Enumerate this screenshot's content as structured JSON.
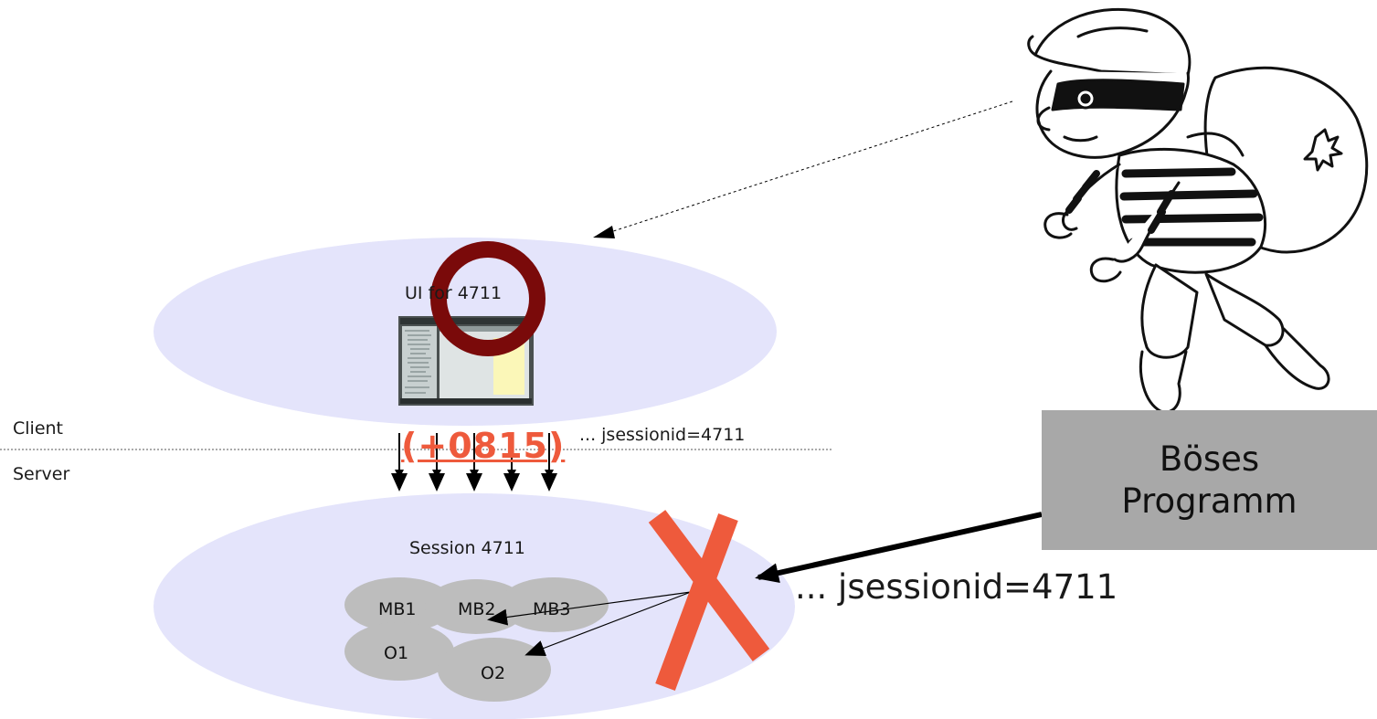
{
  "diagram": {
    "ui_label": "UI for 4711",
    "client_label": "Client",
    "server_label": "Server",
    "client_jsession": "... jsessionid=4711",
    "token_label": "(+0815)",
    "session_label": "Session 4711",
    "session_objects": [
      "MB1",
      "MB2",
      "MB3",
      "O1",
      "O2"
    ],
    "attacker_jsession": "... jsessionid=4711",
    "attacker_box": {
      "line1": "Böses",
      "line2": "Programm"
    }
  },
  "colors": {
    "ellipse_fill": "#e4e4fb",
    "blob_fill": "#bdbdbd",
    "ring": "#7a0a0a",
    "cross": "#ee5a3c",
    "box_fill": "#a8a8a8"
  },
  "icons": [
    "burglar-illustration",
    "app-window-screenshot",
    "blocked-cross",
    "highlight-ring"
  ]
}
